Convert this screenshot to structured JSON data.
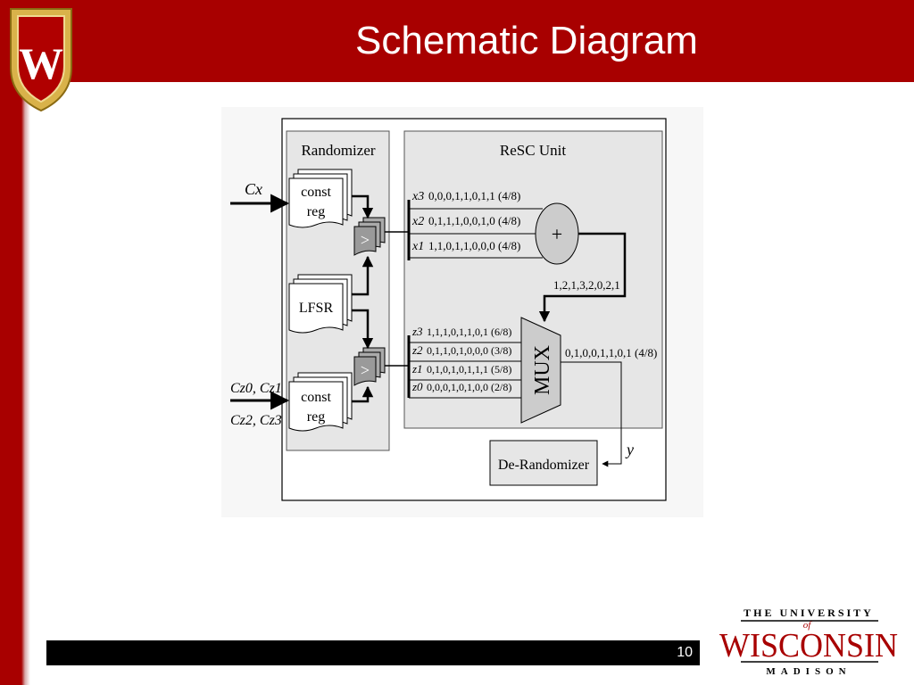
{
  "slide": {
    "title": "Schematic Diagram",
    "page_number": "10",
    "crest_letter": "W",
    "colors": {
      "brand_red": "#a80000",
      "footer_black": "#000000",
      "panel_gray": "#e6e6e6",
      "circuit_gray": "#cccccc"
    }
  },
  "logo": {
    "line1": "THE UNIVERSITY",
    "of": "of",
    "name": "WISCONSIN",
    "line3": "MADISON"
  },
  "diagram": {
    "randomizer_label": "Randomizer",
    "resc_label": "ReSC Unit",
    "input_cx": "Cx",
    "input_cz_a": "Cz0, Cz1",
    "input_cz_b": "Cz2, Cz3",
    "const_reg_label_1": "const",
    "const_reg_label_2": "reg",
    "lfsr_label": "LFSR",
    "comparator_symbol": ">",
    "adder_symbol": "+",
    "mux_label": "MUX",
    "x_streams": [
      {
        "name": "x3",
        "bits": "0,0,0,1,1,0,1,1 (4/8)"
      },
      {
        "name": "x2",
        "bits": "0,1,1,1,0,0,1,0 (4/8)"
      },
      {
        "name": "x1",
        "bits": "1,1,0,1,1,0,0,0 (4/8)"
      }
    ],
    "sum_output": "1,2,1,3,2,0,2,1",
    "z_streams": [
      {
        "name": "z3",
        "bits": "1,1,1,0,1,1,0,1 (6/8)"
      },
      {
        "name": "z2",
        "bits": "0,1,1,0,1,0,0,0 (3/8)"
      },
      {
        "name": "z1",
        "bits": "0,1,0,1,0,1,1,1 (5/8)"
      },
      {
        "name": "z0",
        "bits": "0,0,0,1,0,1,0,0 (2/8)"
      }
    ],
    "mux_output": "0,1,0,0,1,1,0,1 (4/8)",
    "output_y": "y",
    "derandomizer_label": "De-Randomizer"
  }
}
